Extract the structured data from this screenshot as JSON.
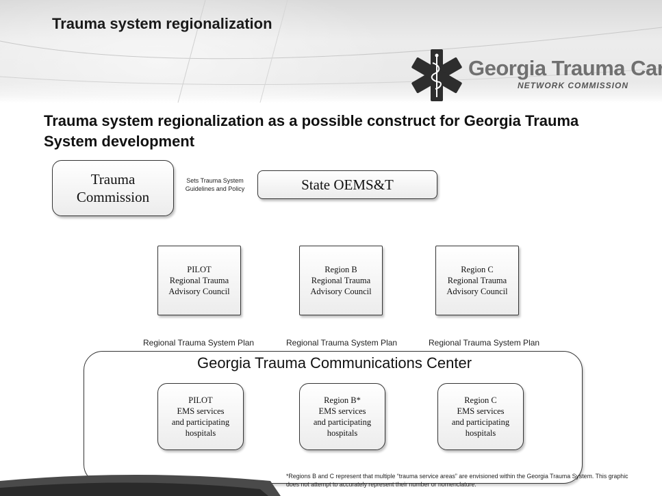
{
  "slide_title": "Trauma system regionalization",
  "logo": {
    "brand": "Georgia Trauma Care",
    "subtitle": "NETWORK COMMISSION",
    "icon": "star-of-life-icon"
  },
  "heading": "Trauma system regionalization as a possible construct for Georgia Trauma System development",
  "trauma_commission": "Trauma\nCommission",
  "relation_label": "Sets Trauma System\nGuidelines and Policy",
  "state_oems": "State OEMS&T",
  "councils": [
    "PILOT\nRegional Trauma\nAdvisory Council",
    "Region B\nRegional Trauma\nAdvisory Council",
    "Region C\nRegional Trauma\nAdvisory Council"
  ],
  "plans": [
    "Regional Trauma System Plan",
    "Regional Trauma System Plan",
    "Regional Trauma System Plan"
  ],
  "gtcc_title": "Georgia Trauma Communications Center",
  "ems": [
    "PILOT\nEMS services\nand participating\nhospitals",
    "Region B*\nEMS services\nand  participating\nhospitals",
    "Region C\nEMS services\nand participating\nhospitals"
  ],
  "footnote": "*Regions B and C represent that multiple “trauma service areas” are envisioned within the Georgia Trauma System. This graphic  does not attempt to accurately represent their number or nomenclature.",
  "colors": {
    "band_top": "#d9d9d9",
    "box_border": "#333333",
    "brand_text": "#707070"
  }
}
